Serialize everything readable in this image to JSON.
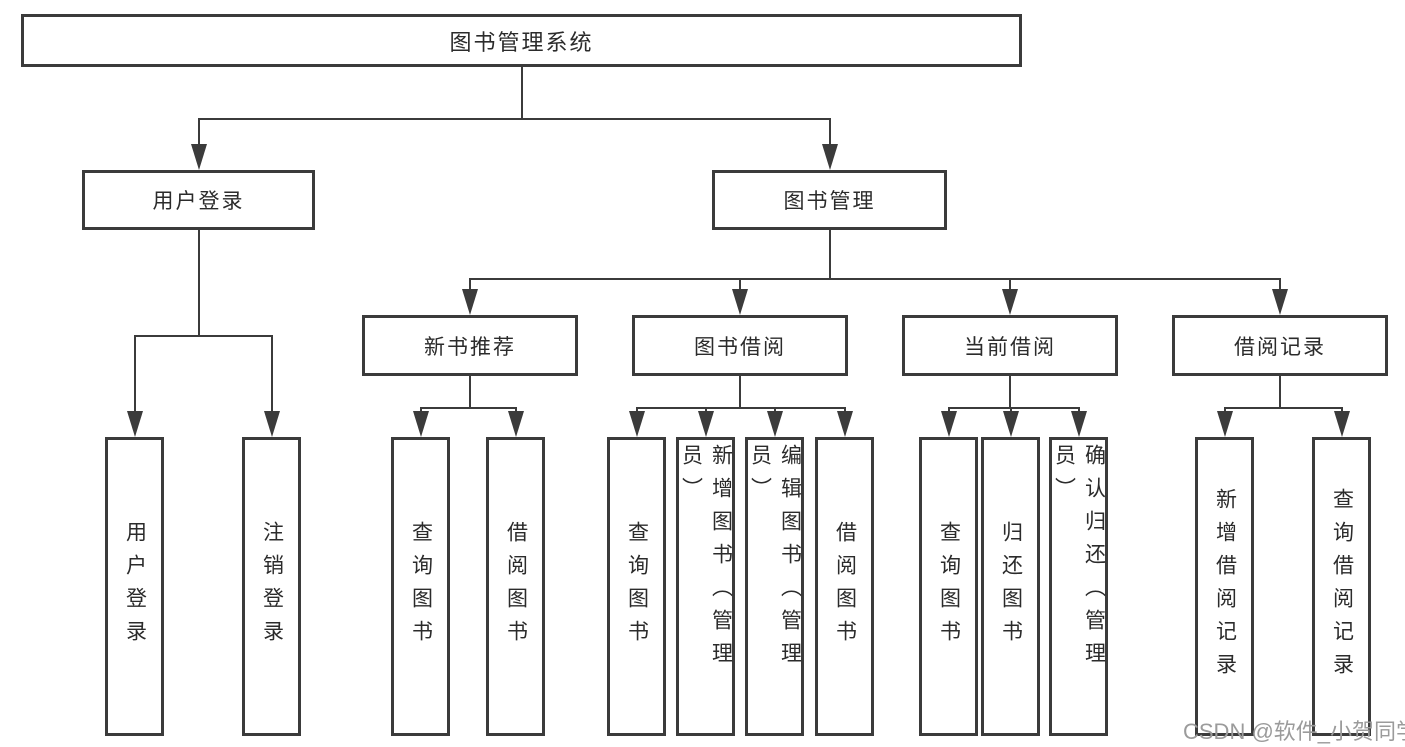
{
  "tree": {
    "label": "图书管理系统",
    "children": [
      {
        "label": "用户登录",
        "children": [
          {
            "label": "用户登录"
          },
          {
            "label": "注销登录"
          }
        ]
      },
      {
        "label": "图书管理",
        "children": [
          {
            "label": "新书推荐",
            "children": [
              {
                "label": "查询图书"
              },
              {
                "label": "借阅图书"
              }
            ]
          },
          {
            "label": "图书借阅",
            "children": [
              {
                "label": "查询图书"
              },
              {
                "label": "新增图书（管理员）"
              },
              {
                "label": "编辑图书（管理员）"
              },
              {
                "label": "借阅图书"
              }
            ]
          },
          {
            "label": "当前借阅",
            "children": [
              {
                "label": "查询图书"
              },
              {
                "label": "归还图书"
              },
              {
                "label": "确认归还（管理员）"
              }
            ]
          },
          {
            "label": "借阅记录",
            "children": [
              {
                "label": "新增借阅记录"
              },
              {
                "label": "查询借阅记录"
              }
            ]
          }
        ]
      }
    ]
  },
  "watermark": {
    "text": "CSDN @软件_小贺同学"
  },
  "colors": {
    "line": "#3b3b3b",
    "text": "#2b2b2b",
    "background": "#ffffff",
    "watermark": "#9b9b9b"
  }
}
